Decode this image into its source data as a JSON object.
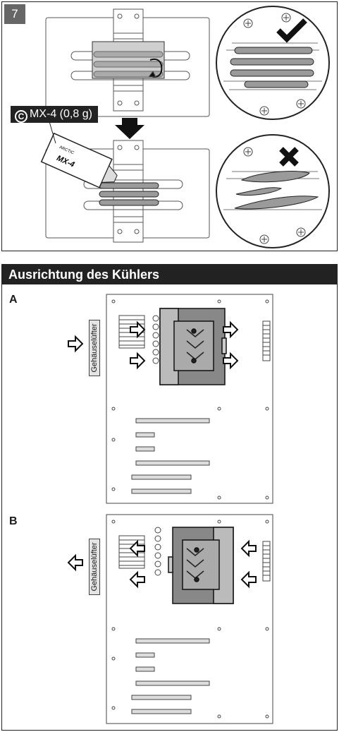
{
  "step": {
    "number": "7"
  },
  "paste": {
    "label": "MX-4 (0,8 g)",
    "copyright_icon": "copyright-icon",
    "tube_brand": "ARCTIC",
    "tube_name": "MX-4"
  },
  "section": {
    "title": "Ausrichtung des Kühlers"
  },
  "orientation_a": {
    "letter": "A",
    "fan_label": "Gehäuselüfter"
  },
  "orientation_b": {
    "letter": "B",
    "fan_label": "Gehäuselüfter"
  },
  "colors": {
    "dark": "#222222",
    "gray": "#666666",
    "light": "#e4e4e4",
    "paste": "#9a9a9a"
  }
}
